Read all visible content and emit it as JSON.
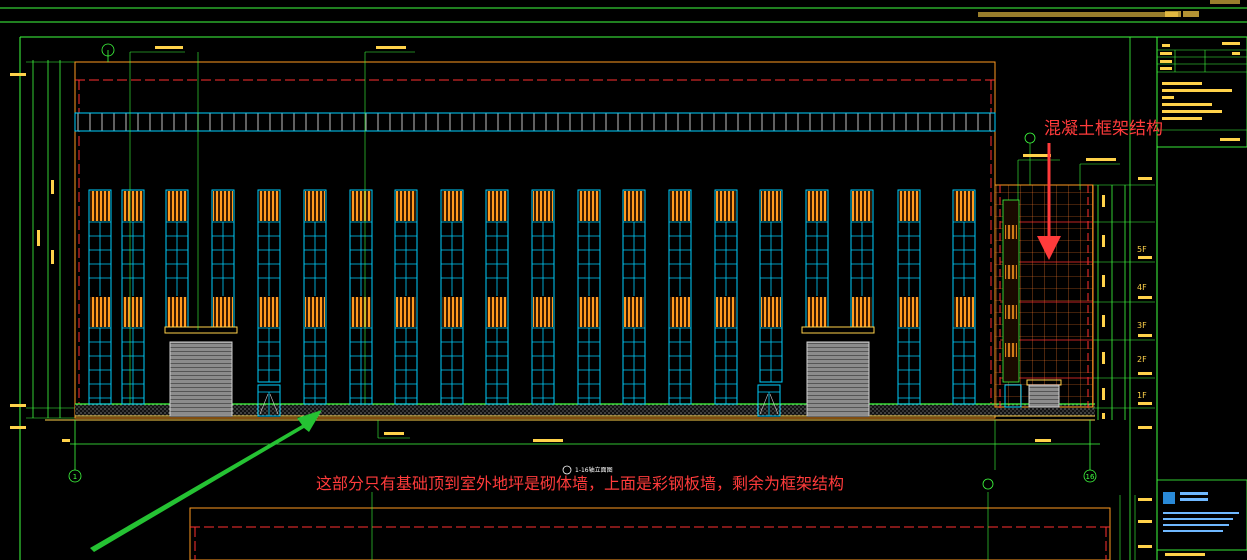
{
  "annotations": {
    "top_right": "混凝土框架结构",
    "bottom": "这部分只有基础顶到室外地坪是砌体墙，上面是彩钢板墙，剩余为框架结构"
  },
  "axis_labels": {
    "left": "1",
    "right": "16",
    "middle": "1-16轴立面图"
  },
  "floor_labels": [
    "5F",
    "4F",
    "3F",
    "2F",
    "1F"
  ],
  "colors": {
    "background": "#000000",
    "frame_cyan": "#00d0ff",
    "frame_green": "#3fff3f",
    "red_dashed": "#ff3030",
    "orange": "#ff9a1f",
    "yellow": "#ffd24a",
    "gray_door": "#9a9a9a",
    "arrow_green": "#25c233",
    "annotation_red": "#ff3b3b"
  }
}
